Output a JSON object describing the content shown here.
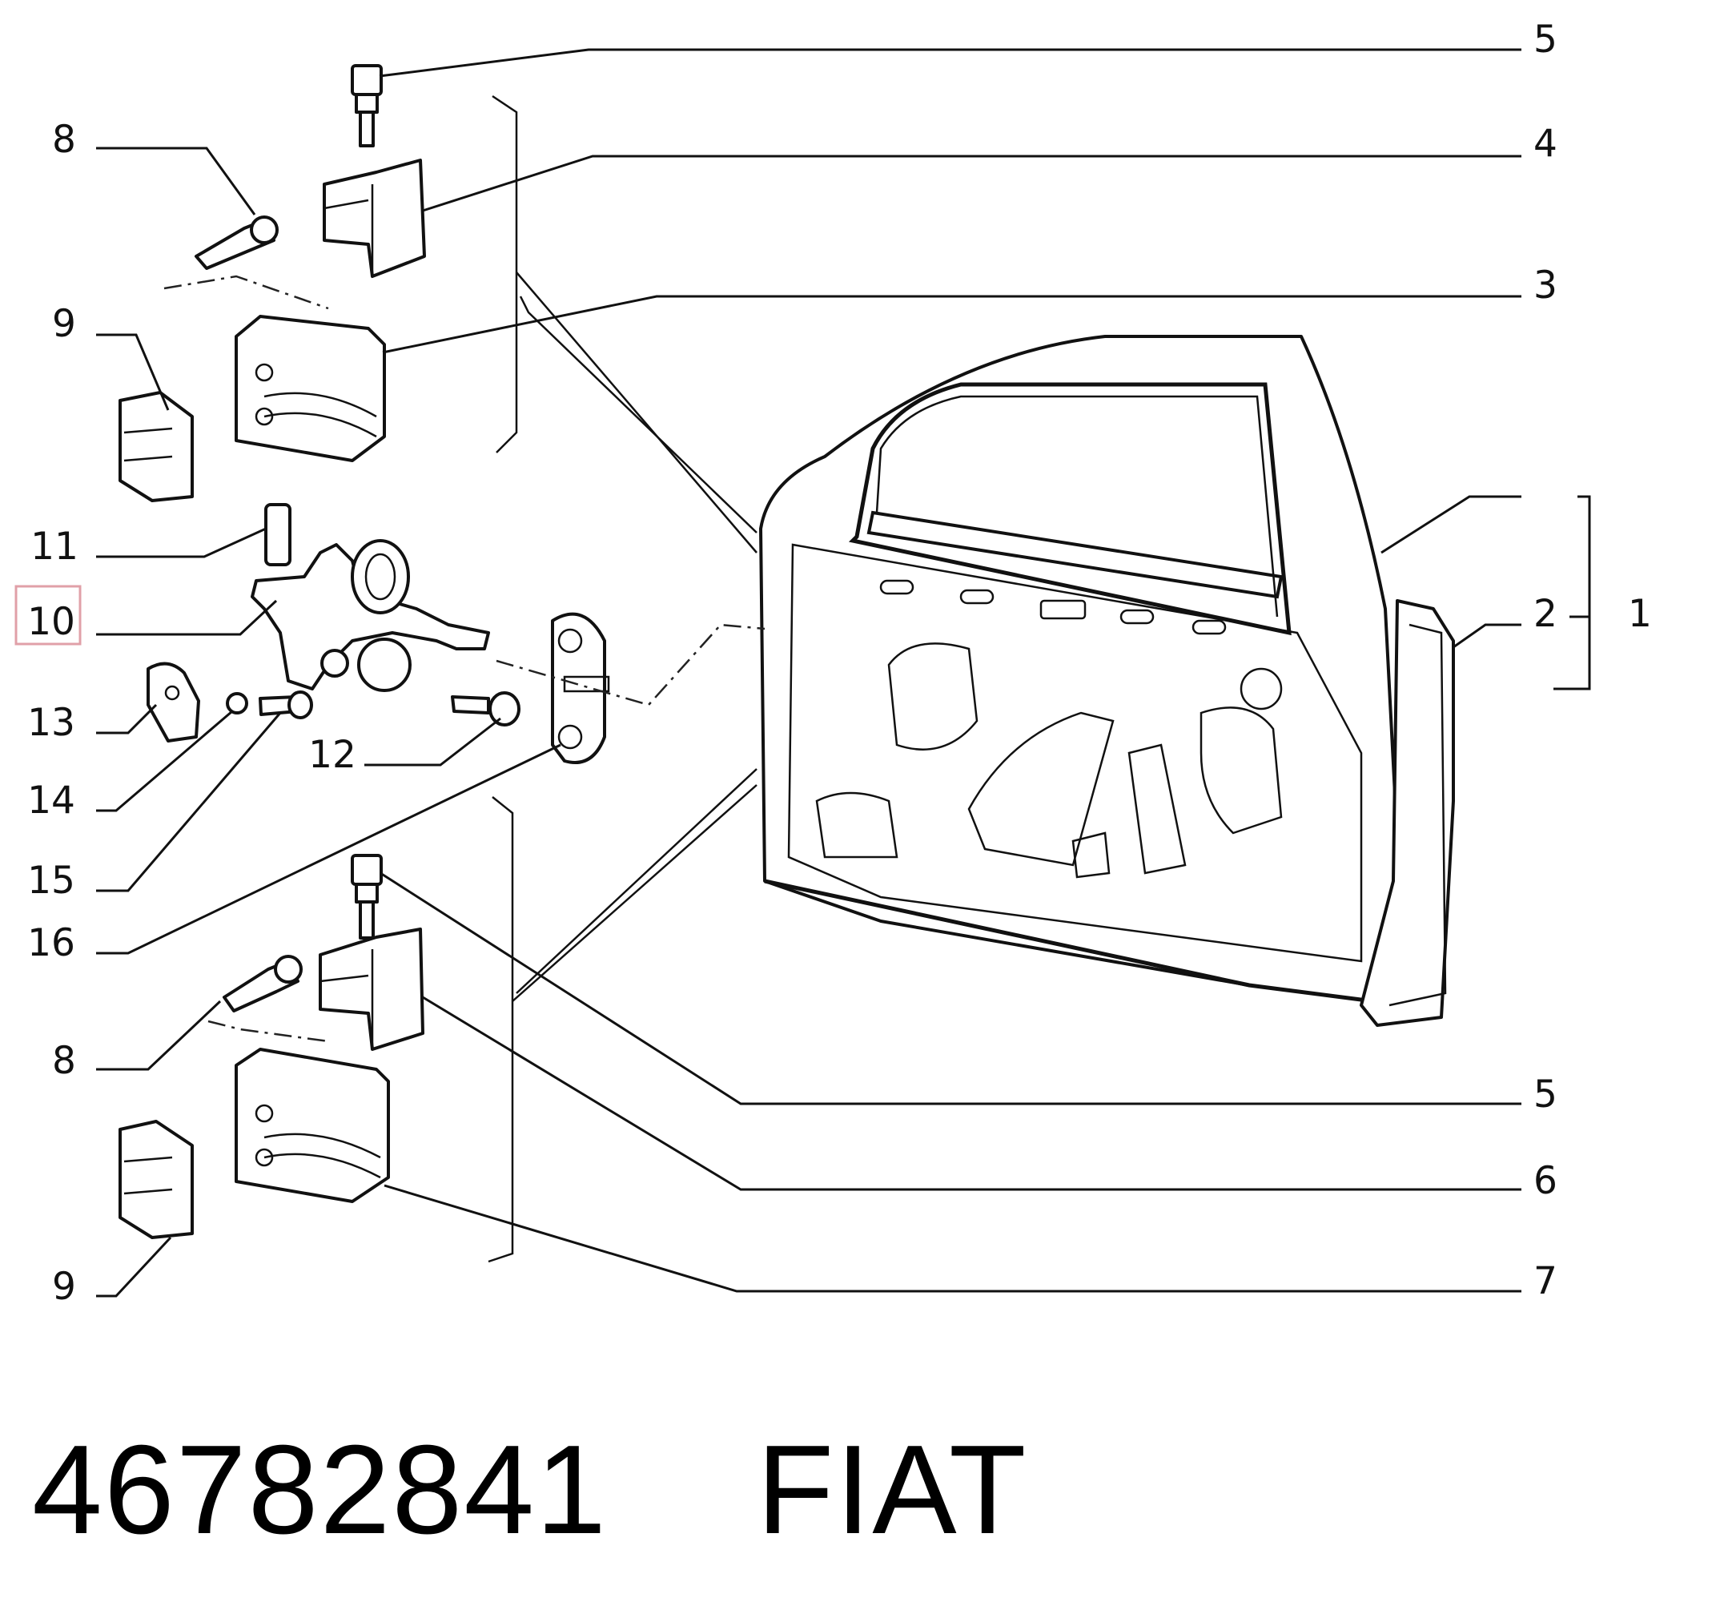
{
  "callouts": {
    "c5_top": "5",
    "c4": "4",
    "c3": "3",
    "c8_top": "8",
    "c9_top": "9",
    "c11": "11",
    "c10": "10",
    "c13": "13",
    "c14": "14",
    "c15": "15",
    "c16": "16",
    "c12": "12",
    "c2": "2",
    "c1": "1",
    "c8_bottom": "8",
    "c9_bottom": "9",
    "c5_bottom": "5",
    "c6": "6",
    "c7": "7"
  },
  "highlight": {
    "callout": "10",
    "color": "#e0a0a8"
  },
  "caption": {
    "part_number": "46782841",
    "brand": "FIAT"
  }
}
